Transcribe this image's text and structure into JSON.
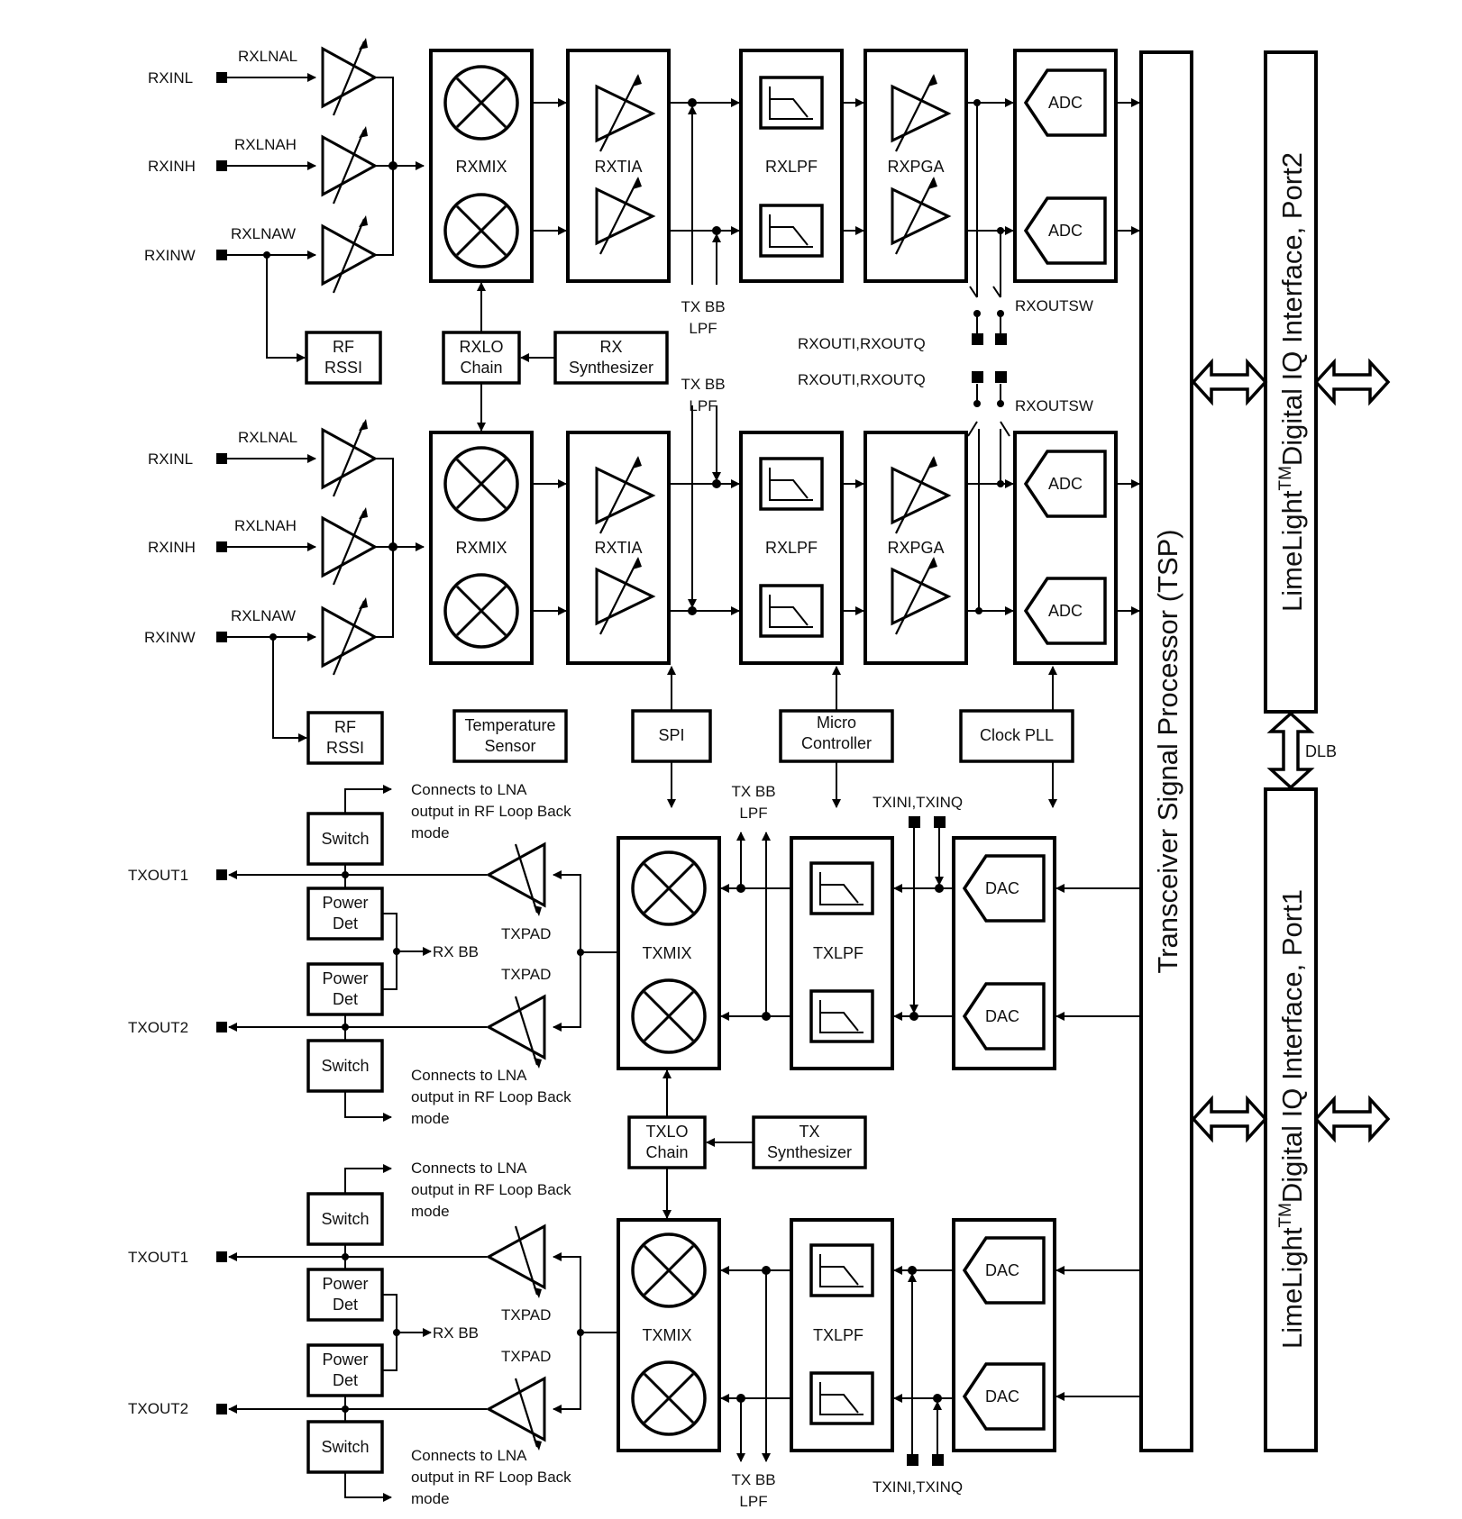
{
  "rx_chain_top": {
    "inputs": [
      {
        "pin": "RXINL",
        "lna": "RXLNAL"
      },
      {
        "pin": "RXINH",
        "lna": "RXLNAH"
      },
      {
        "pin": "RXINW",
        "lna": "RXLNAW"
      }
    ],
    "rssi": [
      "RF",
      "RSSI"
    ],
    "mixer": "RXMIX",
    "tia": "RXTIA",
    "lpf": "RXLPF",
    "pga": "RXPGA",
    "adc": [
      "ADC",
      "ADC"
    ],
    "txbb_lpf": [
      "TX BB",
      "LPF"
    ],
    "rxoutsw": "RXOUTSW",
    "rxout_pins": "RXOUTI,RXOUTQ"
  },
  "rx_chain_bottom": {
    "inputs": [
      {
        "pin": "RXINL",
        "lna": "RXLNAL"
      },
      {
        "pin": "RXINH",
        "lna": "RXLNAH"
      },
      {
        "pin": "RXINW",
        "lna": "RXLNAW"
      }
    ],
    "rssi": [
      "RF",
      "RSSI"
    ],
    "mixer": "RXMIX",
    "tia": "RXTIA",
    "lpf": "RXLPF",
    "pga": "RXPGA",
    "adc": [
      "ADC",
      "ADC"
    ],
    "txbb_lpf": [
      "TX BB",
      "LPF"
    ],
    "rxoutsw": "RXOUTSW",
    "rxout_pins": "RXOUTI,RXOUTQ"
  },
  "rxlo": {
    "chain": [
      "RXLO",
      "Chain"
    ],
    "synth": [
      "RX",
      "Synthesizer"
    ]
  },
  "shared": {
    "temp": [
      "Temperature",
      "Sensor"
    ],
    "spi": "SPI",
    "mcu": [
      "Micro",
      "Controller"
    ],
    "clk": "Clock PLL"
  },
  "tx_chain_top": {
    "outputs": [
      "TXOUT1",
      "TXOUT2"
    ],
    "switch": "Switch",
    "pdet": [
      "Power",
      "Det"
    ],
    "rxbb": "RX BB",
    "txpad": [
      "TXPAD",
      "TXPAD"
    ],
    "mixer": "TXMIX",
    "lpf": "TXLPF",
    "dac": [
      "DAC",
      "DAC"
    ],
    "txbb_lpf": [
      "TX BB",
      "LPF"
    ],
    "txin": "TXINI,TXINQ",
    "note_top": [
      "Connects to LNA",
      "output in RF Loop Back",
      "mode"
    ],
    "note_bot": [
      "Connects to LNA",
      "output in RF Loop Back",
      "mode"
    ]
  },
  "txlo": {
    "chain": [
      "TXLO",
      "Chain"
    ],
    "synth": [
      "TX",
      "Synthesizer"
    ]
  },
  "tx_chain_bottom": {
    "outputs": [
      "TXOUT1",
      "TXOUT2"
    ],
    "switch": "Switch",
    "pdet": [
      "Power",
      "Det"
    ],
    "rxbb": "RX BB",
    "txpad": [
      "TXPAD",
      "TXPAD"
    ],
    "mixer": "TXMIX",
    "lpf": "TXLPF",
    "dac": [
      "DAC",
      "DAC"
    ],
    "txbb_lpf": [
      "TX BB",
      "LPF"
    ],
    "txin": "TXINI,TXINQ",
    "note_top": [
      "Connects to LNA",
      "output in RF Loop Back",
      "mode"
    ],
    "note_bot": [
      "Connects to LNA",
      "output in RF Loop Back",
      "mode"
    ]
  },
  "tsp": "Transceiver Signal Processor (TSP)",
  "iface2": {
    "prefix": "LimeLight",
    "tm": "TM",
    "suffix": "Digital IQ Interface,  Port2"
  },
  "iface1": {
    "prefix": "LimeLight",
    "tm": "TM",
    "suffix": "Digital IQ Interface,  Port1"
  },
  "dlb": "DLB"
}
